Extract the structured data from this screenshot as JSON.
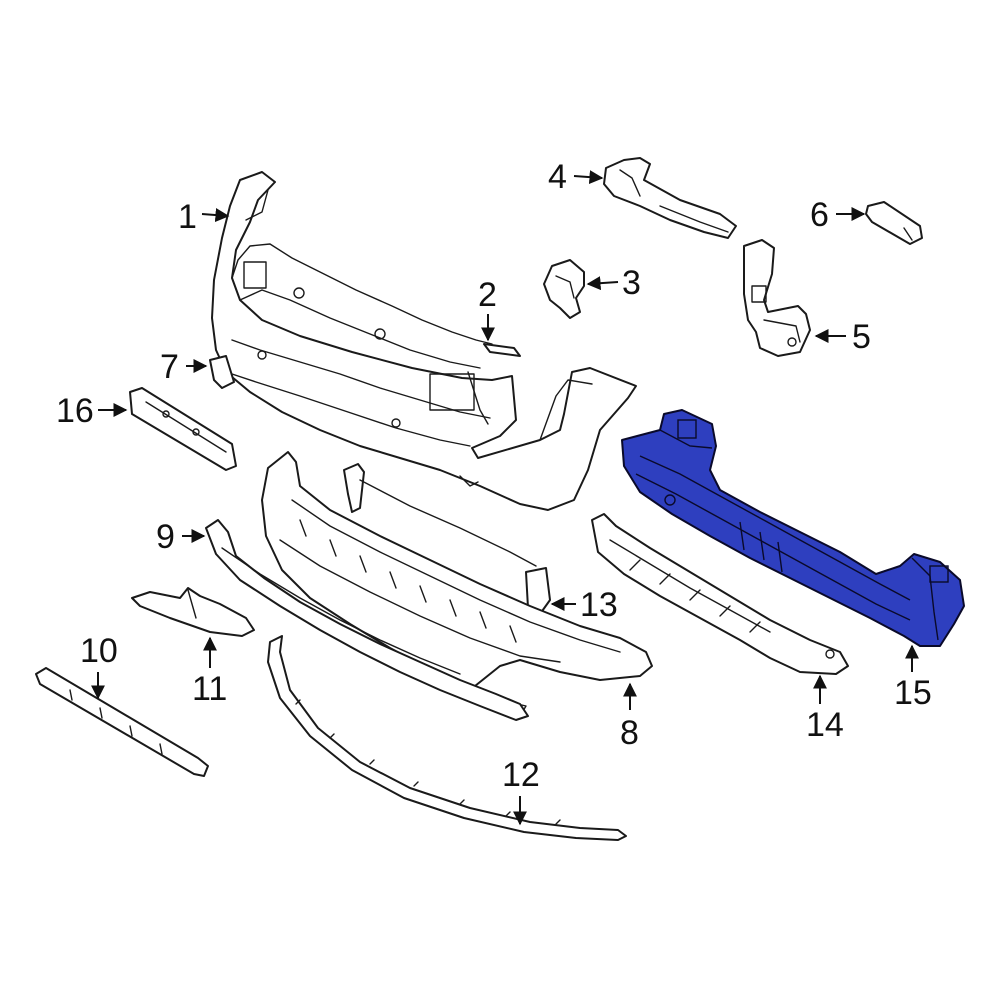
{
  "colors": {
    "highlight": "#2e3fbf",
    "line": "#1a1a1a",
    "background": "#ffffff"
  },
  "callouts": [
    {
      "id": "1",
      "label": "1"
    },
    {
      "id": "2",
      "label": "2"
    },
    {
      "id": "3",
      "label": "3"
    },
    {
      "id": "4",
      "label": "4"
    },
    {
      "id": "5",
      "label": "5"
    },
    {
      "id": "6",
      "label": "6"
    },
    {
      "id": "7",
      "label": "7"
    },
    {
      "id": "8",
      "label": "8"
    },
    {
      "id": "9",
      "label": "9"
    },
    {
      "id": "10",
      "label": "10"
    },
    {
      "id": "11",
      "label": "11"
    },
    {
      "id": "12",
      "label": "12"
    },
    {
      "id": "13",
      "label": "13"
    },
    {
      "id": "14",
      "label": "14"
    },
    {
      "id": "15",
      "label": "15"
    },
    {
      "id": "16",
      "label": "16"
    }
  ],
  "highlighted_part": "15"
}
